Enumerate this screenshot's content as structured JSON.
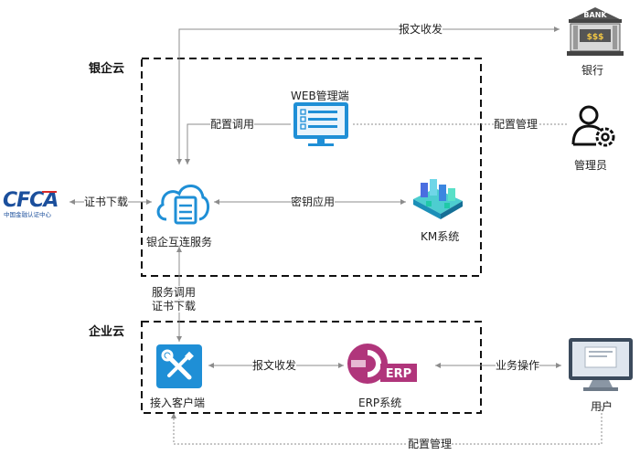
{
  "zones": {
    "bank_cloud": "银企云",
    "enterprise_cloud": "企业云"
  },
  "nodes": {
    "bank": {
      "label": "银行",
      "sign": "BANK",
      "money": "$$$"
    },
    "web_admin": {
      "label": "WEB管理端"
    },
    "admin": {
      "label": "管理员"
    },
    "cfca": {
      "logo_text": "CFCA",
      "logo_sub": "中国金融认证中心"
    },
    "bank_link": {
      "label": "银企互连服务"
    },
    "km": {
      "label": "KM系统"
    },
    "client": {
      "label": "接入客户端"
    },
    "erp": {
      "label": "ERP系统",
      "badge": "ERP"
    },
    "user": {
      "label": "用户"
    }
  },
  "edges": {
    "report_top": "报文收发",
    "config_call": "配置调用",
    "config_manage_top": "配置管理",
    "cert_download_left": "证书下载",
    "key_usage": "密钥应用",
    "service_call": "服务调用",
    "cert_download_mid": "证书下载",
    "report_bottom": "报文收发",
    "business_op": "业务操作",
    "config_manage_bottom": "配置管理"
  },
  "colors": {
    "line": "#8c8c8c",
    "primary_blue": "#1f8fd6",
    "erp_purple": "#b0357b"
  }
}
